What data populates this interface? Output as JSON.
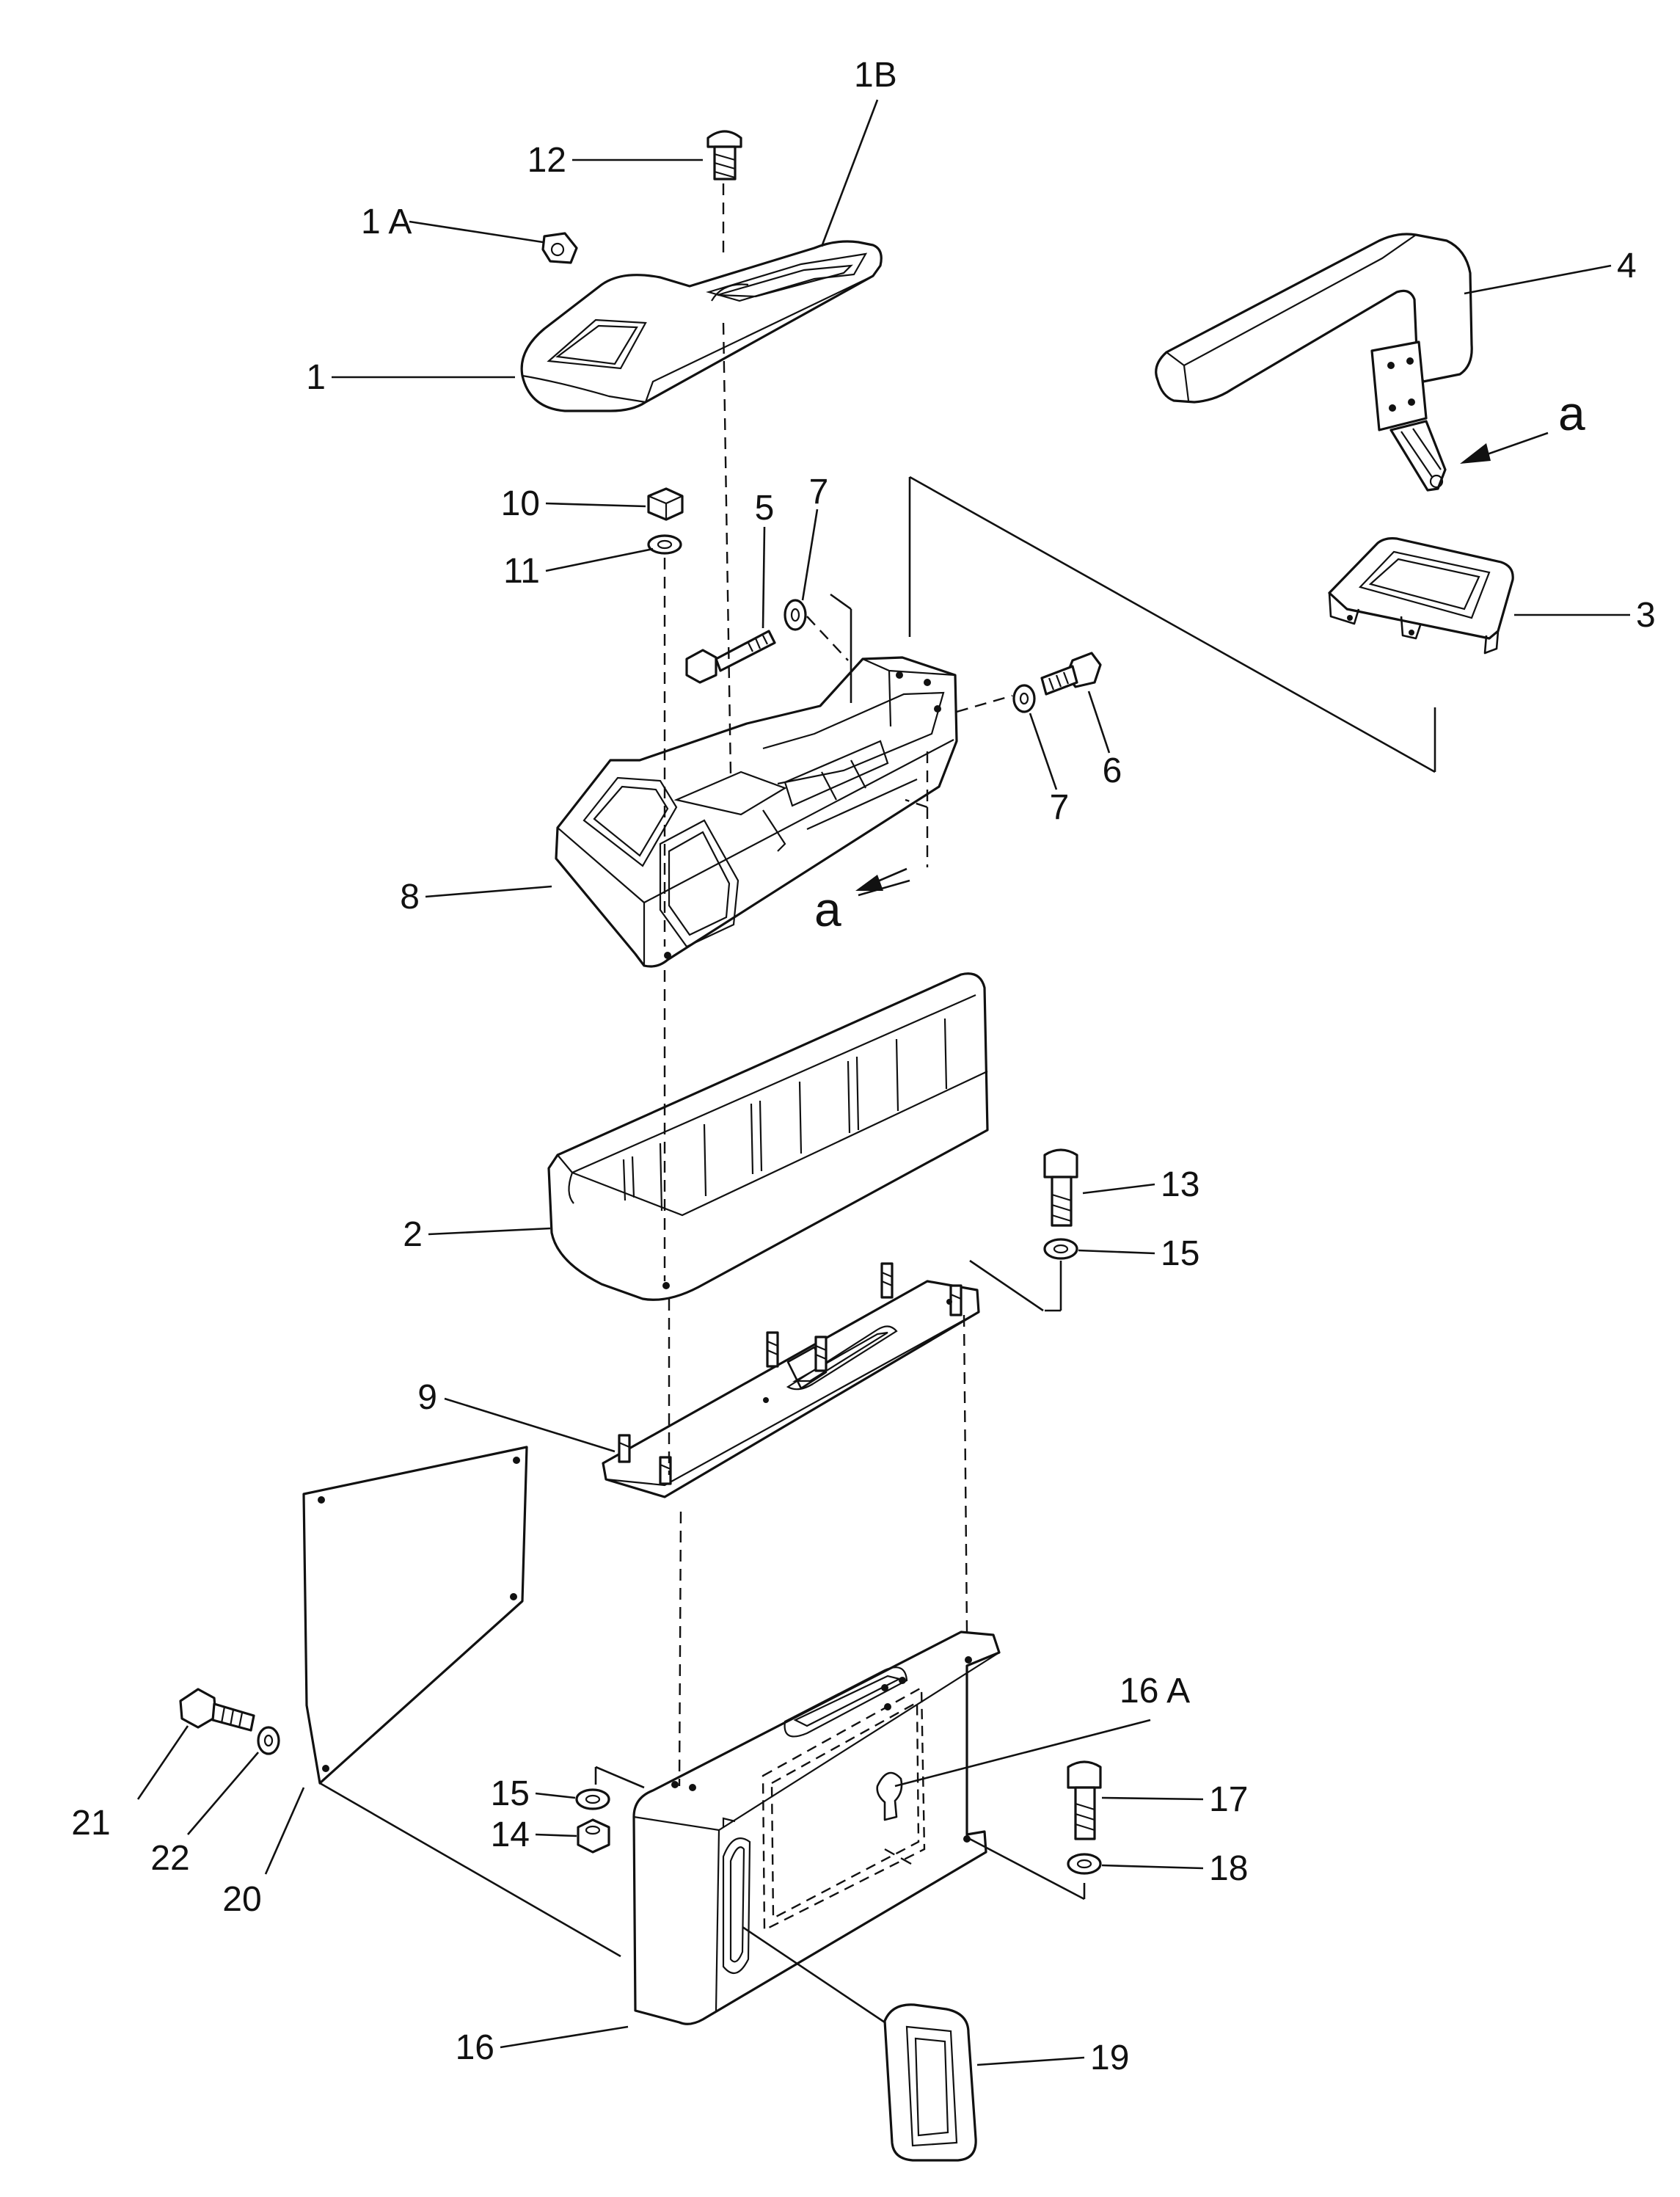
{
  "callouts": {
    "p1": "1",
    "p1A": "1 A",
    "p1B": "1B",
    "p2": "2",
    "p3": "3",
    "p4": "4",
    "p5": "5",
    "p6": "6",
    "p7a": "7",
    "p7b": "7",
    "p8": "8",
    "p9": "9",
    "p10": "10",
    "p11": "11",
    "p12": "12",
    "p13": "13",
    "p14": "14",
    "p15a": "15",
    "p15b": "15",
    "p16": "16",
    "p16A": "16 A",
    "p17": "17",
    "p18": "18",
    "p19": "19",
    "p20": "20",
    "p21": "21",
    "p22": "22"
  },
  "view_marks": {
    "a_top": "a",
    "a_bottom": "a"
  }
}
